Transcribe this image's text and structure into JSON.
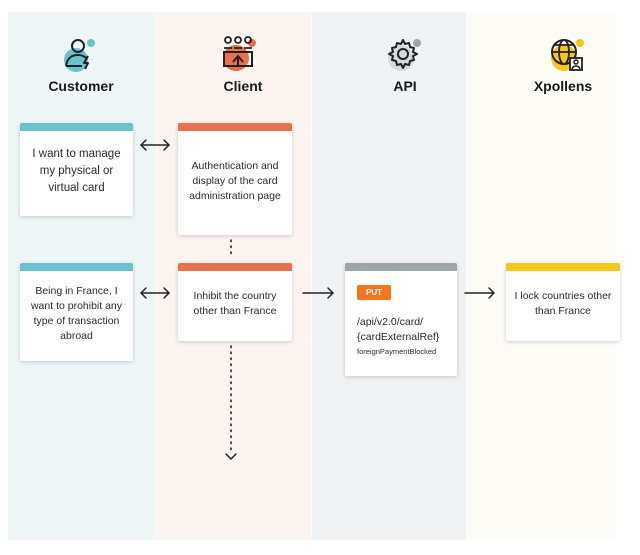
{
  "lanes": {
    "customer": "Customer",
    "client": "Client",
    "api": "API",
    "xpollens": "Xpollens"
  },
  "icons": {
    "customer": "user-lightning-icon",
    "client": "people-screen-icon",
    "api": "gear-icon",
    "xpollens": "globe-user-icon"
  },
  "cards": {
    "customer_1": "I want to manage my physical or virtual card",
    "client_1": "Authentication and display of the card administration page",
    "customer_2": "Being in France, I want to prohibit any type of transaction abroad",
    "client_2": "Inhibit the country other than France",
    "api_method": "PUT",
    "api_path_line1": "/api/v2.0/card/",
    "api_path_line2": "{cardExternalRef}",
    "api_path_line3": "foreignPaymentBlocked",
    "xpollens_1": "I lock countries other than France"
  },
  "colors": {
    "customer": "#6cc2cc",
    "client": "#e8714e",
    "api": "#9ea6aa",
    "xpollens": "#f2c81e",
    "put_badge": "#f3761f"
  }
}
